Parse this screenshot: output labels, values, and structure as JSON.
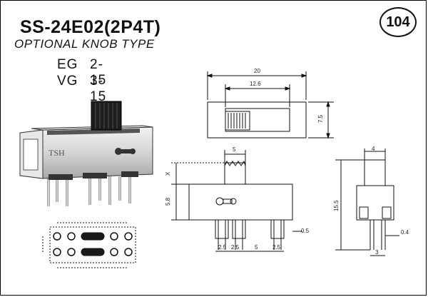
{
  "header": {
    "part_number": "SS-24E02(2P4T)",
    "subtitle": "OPTIONAL KNOB TYPE",
    "page_badge": "104"
  },
  "knob_options": [
    {
      "code": "EG",
      "range": "2-15"
    },
    {
      "code": "VG",
      "range": "3-15"
    }
  ],
  "photo": {
    "brand_mark": "TSH"
  },
  "dimensions": {
    "top_view": {
      "overall_width": "20",
      "slot_width": "12.6",
      "height": "7.5"
    },
    "front_view": {
      "knob_width": "5",
      "knob_height": "X",
      "body_height": "5.8",
      "pin_pitch_a": "2.5",
      "pin_pitch_b": "2.5",
      "pin_group_span": "5",
      "pin_pitch_c": "2.5",
      "pin_thickness": "0.5"
    },
    "side_view": {
      "knob_depth": "4",
      "overall_height": "15.5",
      "pin_thickness": "0.4",
      "pin_spacing": "3"
    }
  },
  "colors": {
    "ink": "#111111",
    "body_silver": "#d8d8d6",
    "knob_black": "#1a1a1a",
    "pin_metal": "#b5b5b5",
    "pcb_pad": "#1a1a1a"
  }
}
